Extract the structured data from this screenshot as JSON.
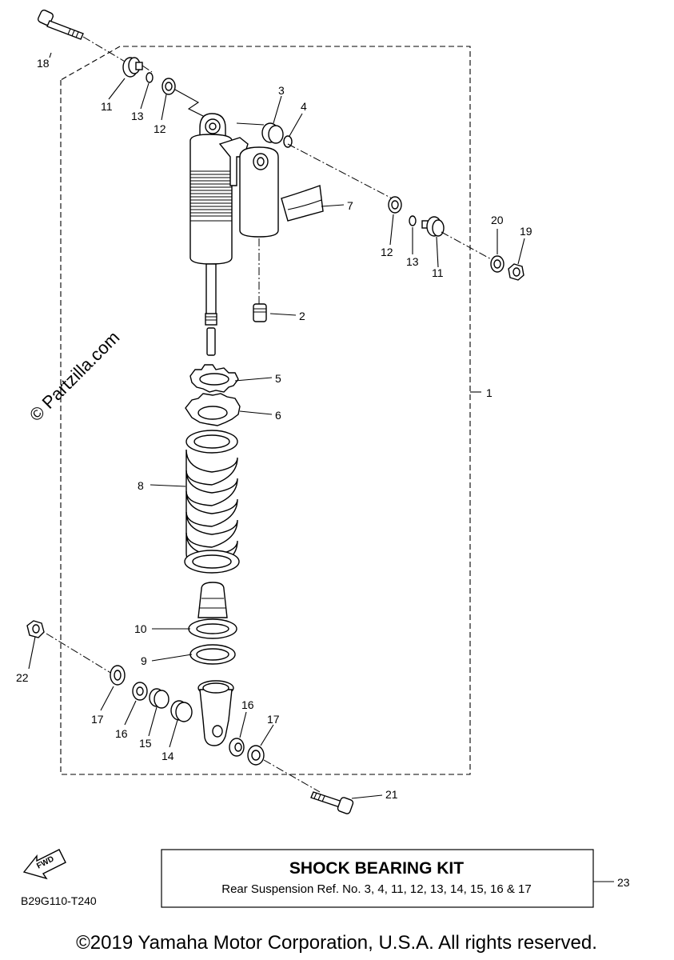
{
  "watermark": "© Partzilla.com",
  "diagram_code": "B29G110-T240",
  "fwd_label": "FWD",
  "kit": {
    "title": "SHOCK BEARING KIT",
    "subtitle": "Rear Suspension Ref. No. 3, 4, 11, 12, 13, 14, 15, 16 & 17",
    "ref": "23"
  },
  "copyright": "©2019 Yamaha Motor Corporation, U.S.A. All rights reserved.",
  "callouts": {
    "c18": "18",
    "c11a": "11",
    "c13a": "13",
    "c12a": "12",
    "c3": "3",
    "c4": "4",
    "c7": "7",
    "c12b": "12",
    "c13b": "13",
    "c11b": "11",
    "c20": "20",
    "c19": "19",
    "c2": "2",
    "c5": "5",
    "c6": "6",
    "c1": "1",
    "c8": "8",
    "c10": "10",
    "c9": "9",
    "c22": "22",
    "c17a": "17",
    "c16a": "16",
    "c15": "15",
    "c14": "14",
    "c16b": "16",
    "c17b": "17",
    "c21": "21"
  }
}
